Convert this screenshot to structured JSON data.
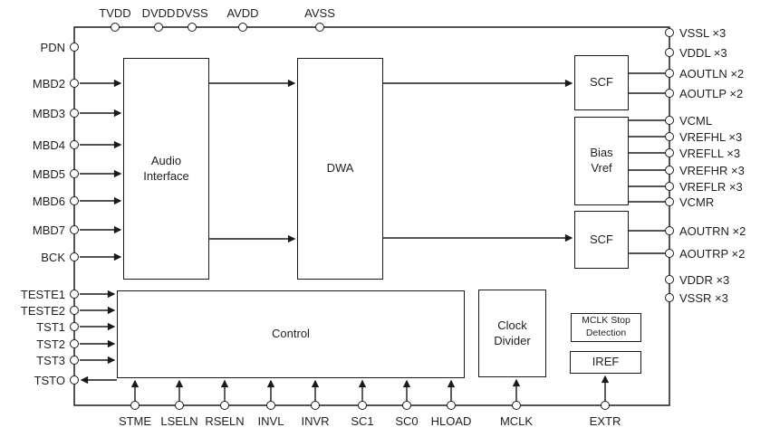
{
  "diagram": {
    "pins": {
      "top": [
        "TVDD",
        "DVDD",
        "DVSS",
        "AVDD",
        "AVSS"
      ],
      "left": [
        "PDN",
        "MBD2",
        "MBD3",
        "MBD4",
        "MBD5",
        "MBD6",
        "MBD7",
        "BCK",
        "TESTE1",
        "TESTE2",
        "TST1",
        "TST2",
        "TST3",
        "TSTO"
      ],
      "right": [
        "VSSL ×3",
        "VDDL ×3",
        "AOUTLN ×2",
        "AOUTLP ×2",
        "VCML",
        "VREFHL ×3",
        "VREFLL ×3",
        "VREFHR ×3",
        "VREFLR ×3",
        "VCMR",
        "AOUTRN ×2",
        "AOUTRP ×2",
        "VDDR ×3",
        "VSSR ×3"
      ],
      "bottom": [
        "STME",
        "LSELN",
        "RSELN",
        "INVL",
        "INVR",
        "SC1",
        "SC0",
        "HLOAD",
        "MCLK",
        "EXTR"
      ]
    },
    "blocks": {
      "audio_interface": "Audio\nInterface",
      "dwa": "DWA",
      "scf_left": "SCF",
      "bias_vref": "Bias\nVref",
      "scf_right": "SCF",
      "control": "Control",
      "clock_divider": "Clock\nDivider",
      "mclk_stop_detection": "MCLK Stop\nDetection",
      "iref": "IREF"
    },
    "colors": {
      "line": "#1a1a1a",
      "background": "#ffffff"
    }
  }
}
